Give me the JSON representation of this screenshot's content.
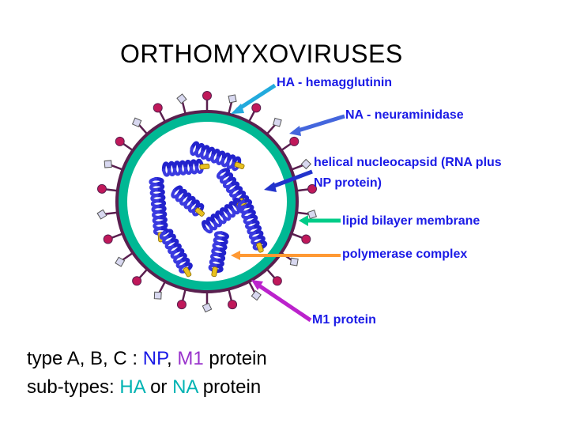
{
  "title": "ORTHOMYXOVIRUSES",
  "labels": {
    "ha": "HA - hemagglutinin",
    "na": "NA - neuraminidase",
    "nucleocapsid_line1": "helical nucleocapsid (RNA plus",
    "nucleocapsid_line2": "NP protein)",
    "lipid": "lipid bilayer membrane",
    "polymerase": "polymerase complex",
    "m1": "M1 protein"
  },
  "footer": {
    "line1": {
      "prefix": "type A, B, C : ",
      "np": "NP",
      "sep": ", ",
      "m1": "M1",
      "suffix": " protein"
    },
    "line2": {
      "prefix": "sub-types: ",
      "ha": "HA",
      "or": " or ",
      "na": "NA",
      "suffix": " protein"
    }
  },
  "colors": {
    "label_text": "#1a1ae6",
    "arrow_ha": "#22aadd",
    "arrow_na": "#4466dd",
    "arrow_nucleocapsid": "#2233cc",
    "arrow_lipid": "#00cc88",
    "arrow_polymerase": "#ff9933",
    "arrow_m1": "#bb22cc",
    "membrane_outer": "#00b894",
    "membrane_inner": "#5a1f4f",
    "spike_knob": "#c0185a",
    "na_head": "#d8d8f0",
    "nucleocapsid": "#2222cc",
    "polymerase": "#e8c020",
    "footer_np": "#1a1ae6",
    "footer_m1": "#9933cc",
    "footer_cyan": "#00b3b3"
  }
}
